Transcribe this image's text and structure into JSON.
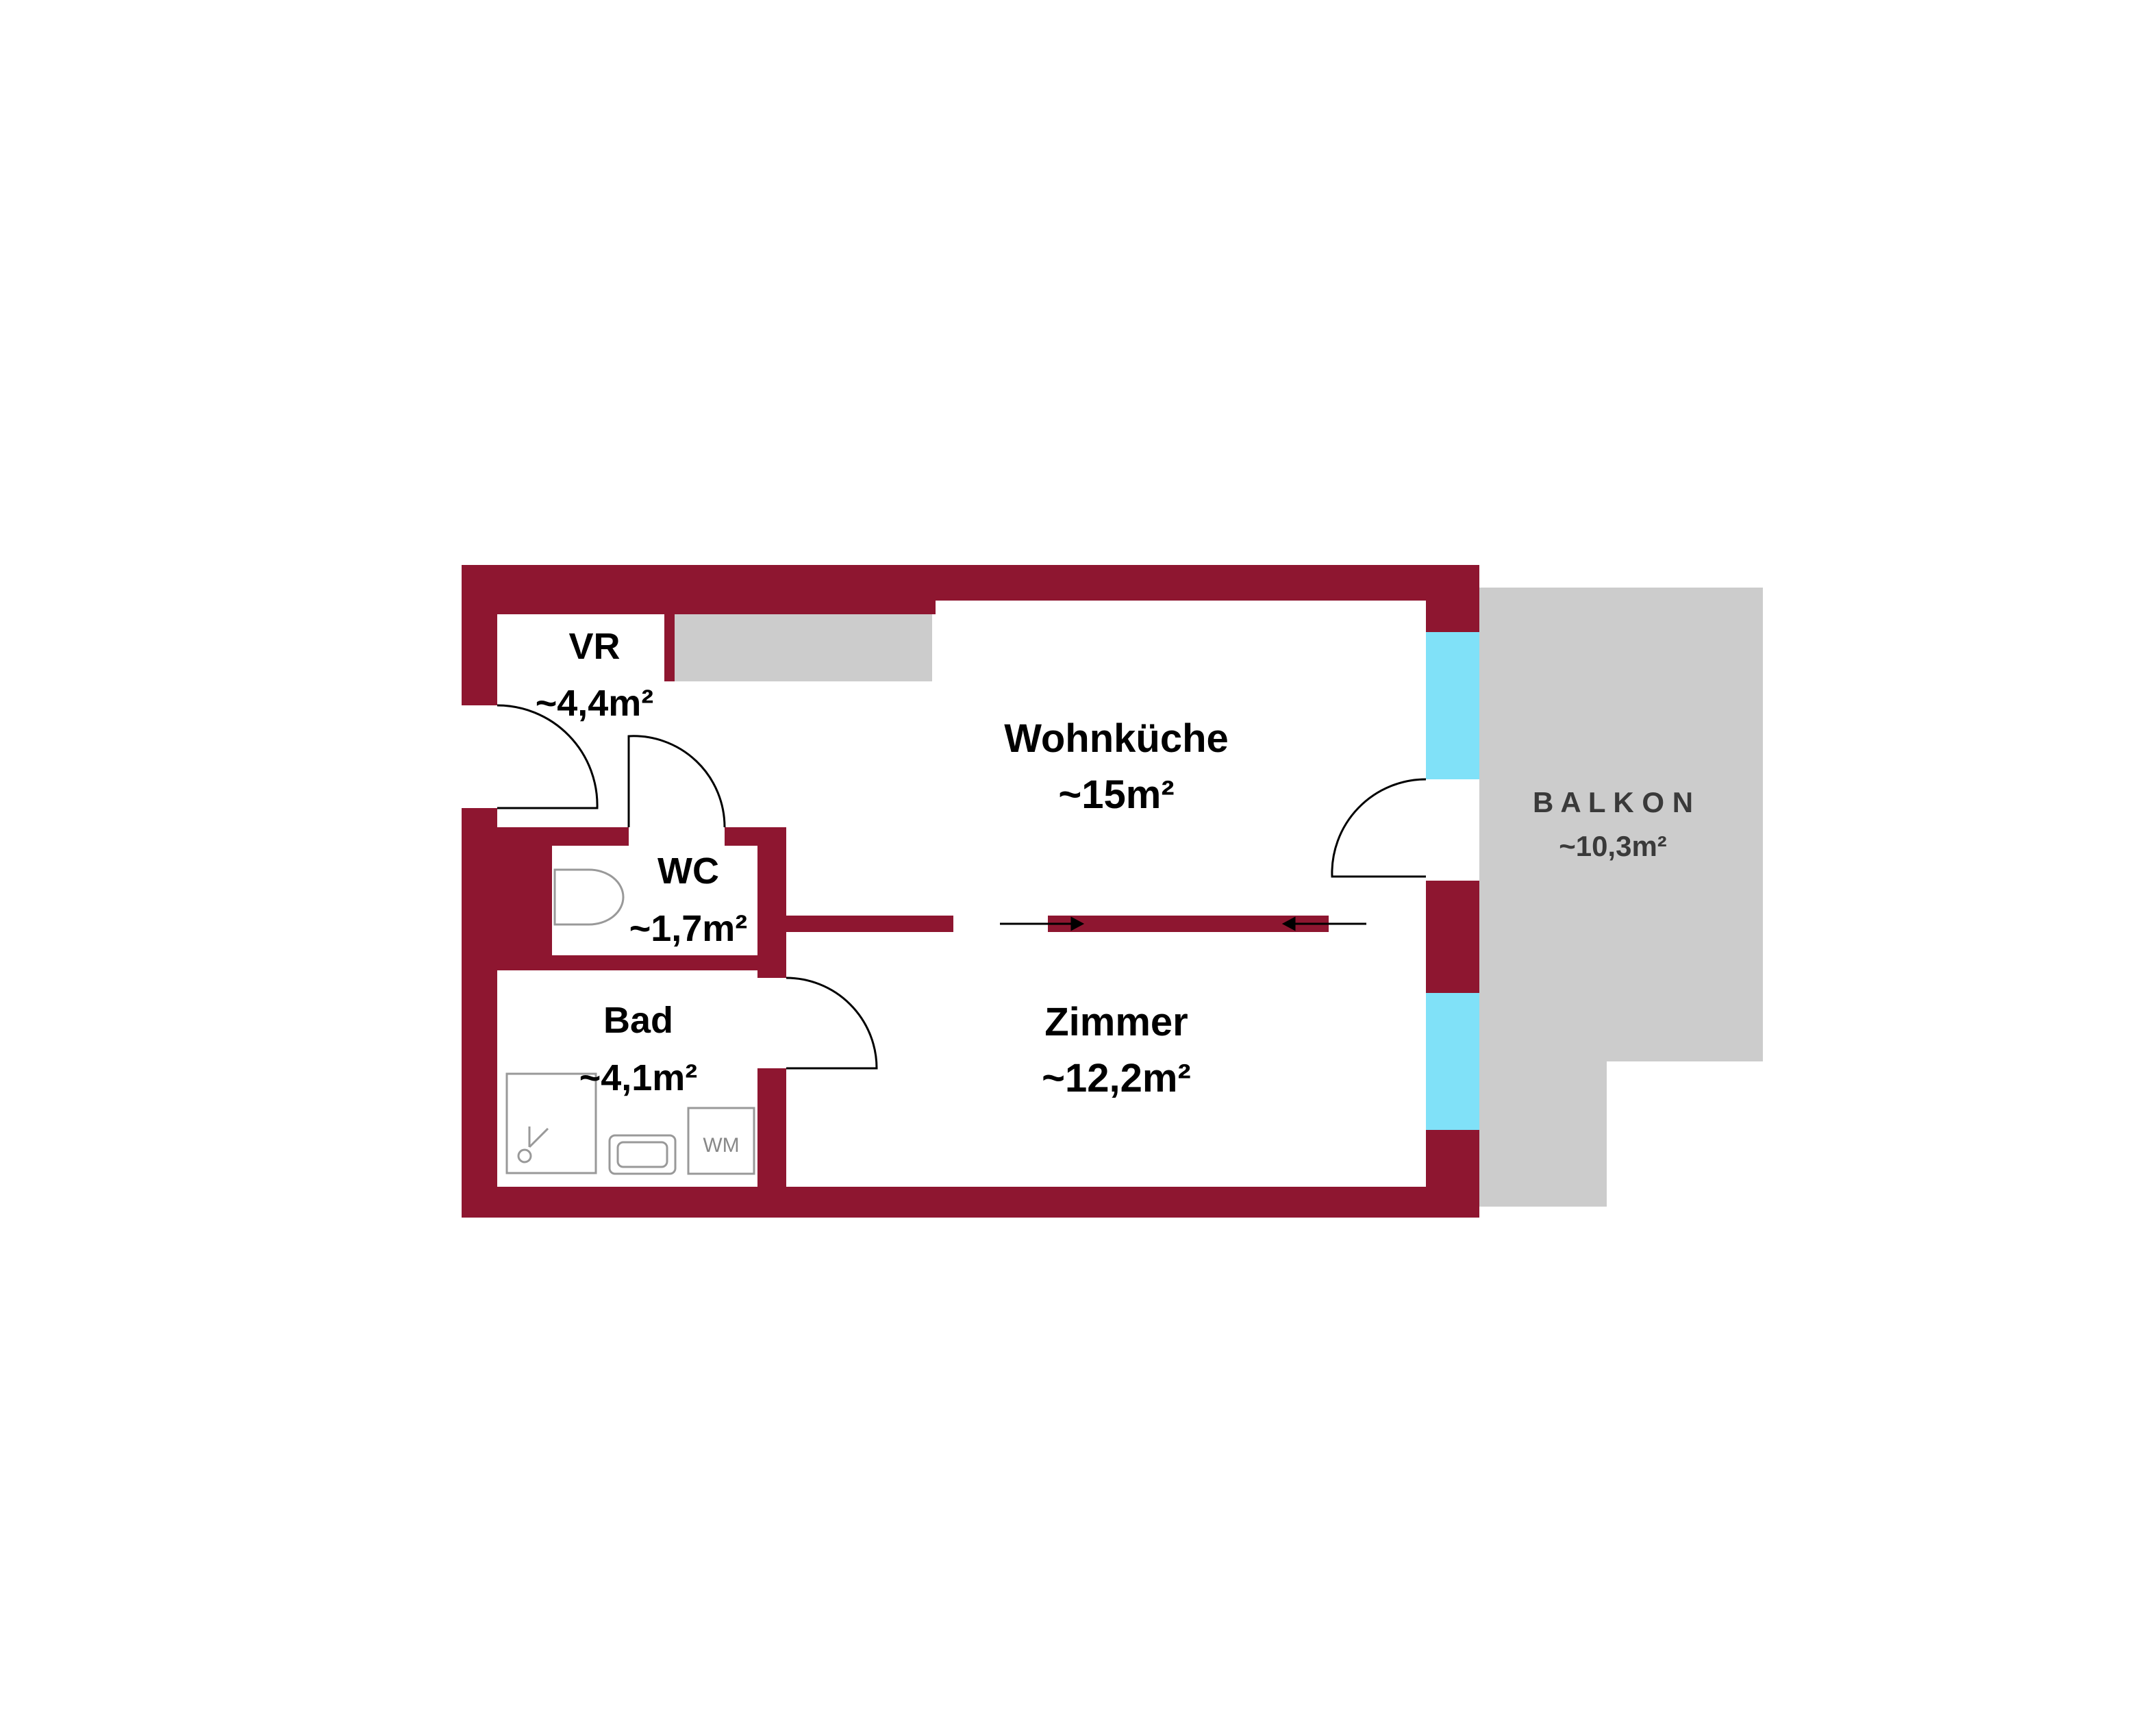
{
  "colors": {
    "wall": "#8e1630",
    "balcony": "#cccccc",
    "window": "#80e1f8",
    "fixture": "#999999",
    "door": "#000000",
    "background": "#ffffff"
  },
  "rooms": {
    "vr": {
      "name": "VR",
      "area": "~4,4m²"
    },
    "wohnkueche": {
      "name": "Wohnküche",
      "area": "~15m²"
    },
    "wc": {
      "name": "WC",
      "area": "~1,7m²"
    },
    "bad": {
      "name": "Bad",
      "area": "~4,1m²"
    },
    "zimmer": {
      "name": "Zimmer",
      "area": "~12,2m²"
    },
    "balkon": {
      "name": "B A L K O N",
      "area": "~10,3m²"
    }
  },
  "fixtures": {
    "washing_machine": "WM"
  },
  "icons": [
    "toilet-icon",
    "shower-icon",
    "sink-icon",
    "washing-machine-icon",
    "sliding-door-arrow-icon"
  ]
}
